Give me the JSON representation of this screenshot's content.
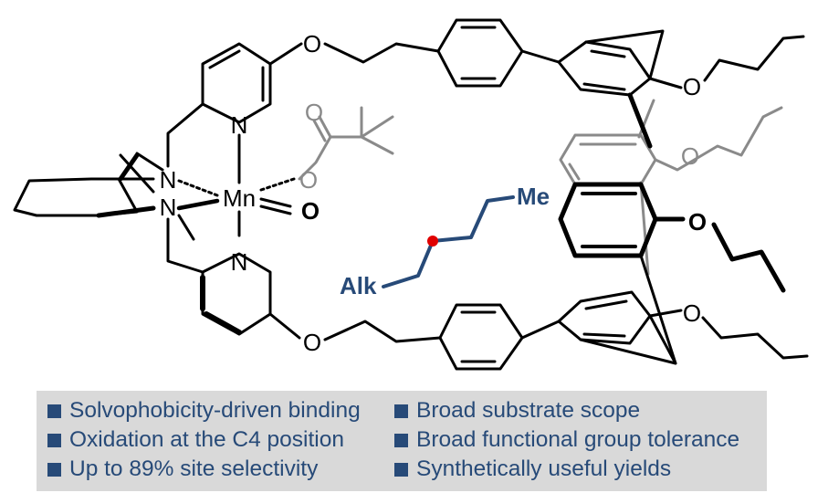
{
  "scheme": {
    "atoms": {
      "n_pyr_top": "N",
      "n_pyr_bottom": "N",
      "n_amine_top": "N",
      "n_amine_bottom": "N",
      "metal": "Mn",
      "oxo": "O",
      "o_ester_carbonyl": "O",
      "o_ester": "O",
      "o_ether_top": "O",
      "o_ether_bottom": "O",
      "o_propoxy_1": "O",
      "o_propoxy_2": "O",
      "o_propoxy_3": "O",
      "o_propoxy_4": "O"
    },
    "substrate": {
      "left_label": "Alk",
      "right_label": "Me"
    },
    "colors": {
      "substrate": "#274a78",
      "site_marker": "#e00000",
      "ligand_gray": "#8a8a8a",
      "panel": "#d9d9d9"
    }
  },
  "summary": {
    "items": [
      "Solvophobicity-driven binding",
      "Oxidation at the C4 position",
      "Up to 89% site selectivity",
      "Broad substrate scope",
      "Broad functional group tolerance",
      "Synthetically useful yields"
    ]
  }
}
